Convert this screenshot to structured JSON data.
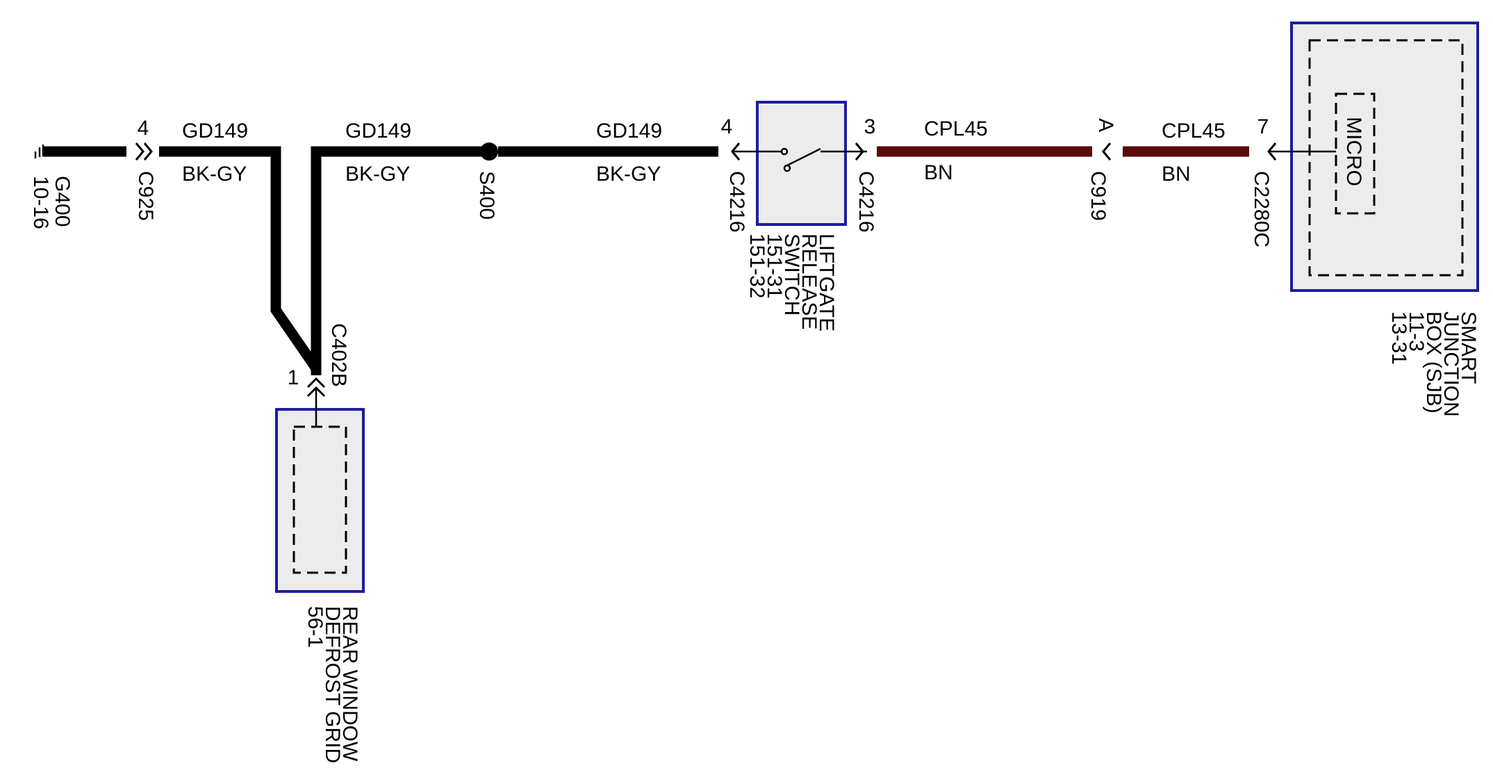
{
  "circuits": {
    "gd149_a": "GD149",
    "gd149_b": "GD149",
    "gd149_c": "GD149",
    "bkgy_a": "BK-GY",
    "bkgy_b": "BK-GY",
    "bkgy_c": "BK-GY",
    "cpl45_a": "CPL45",
    "cpl45_b": "CPL45",
    "bn_a": "BN",
    "bn_b": "BN"
  },
  "ground": {
    "name": "G400",
    "ref": "10-16"
  },
  "connectors": {
    "c925": {
      "name": "C925",
      "pin": "4"
    },
    "c4216_in": {
      "name": "C4216",
      "pin": "4"
    },
    "c4216_out": {
      "name": "C4216",
      "pin": "3"
    },
    "c919": {
      "name": "C919",
      "pin": "A"
    },
    "c2280c": {
      "name": "C2280C",
      "pin": "7"
    },
    "c402b": {
      "name": "C402B",
      "pin": "1"
    }
  },
  "splice": {
    "name": "S400"
  },
  "components": {
    "switch": {
      "line1": "LIFTGATE",
      "line2": "RELEASE",
      "line3": "SWITCH",
      "line4": "151-31",
      "line5": "151-32"
    },
    "sjb": {
      "line1": "SMART",
      "line2": "JUNCTION",
      "line3": "BOX (SJB)",
      "line4": "11-3",
      "line5": "13-31",
      "inner": "MICRO"
    },
    "defrost": {
      "line1": "REAR WINDOW",
      "line2": "DEFROST GRID",
      "line3": "56-1"
    }
  },
  "colors": {
    "box_border": "#1c1ca0",
    "box_fill": "#ececec",
    "wire_black": "#000000",
    "wire_brown": "#5a0a0a"
  }
}
